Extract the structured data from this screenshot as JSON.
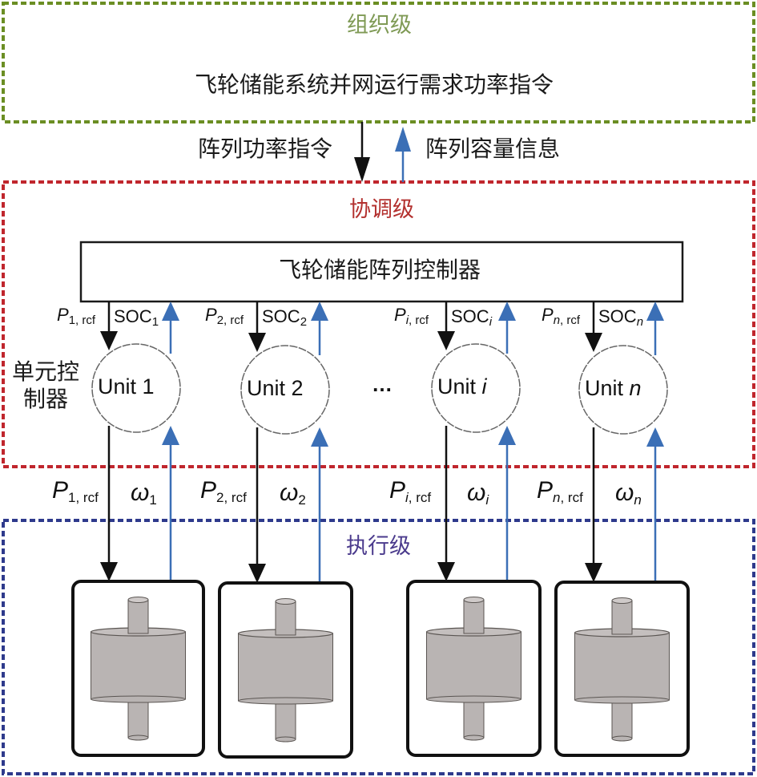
{
  "figure": {
    "tiers": {
      "organization": {
        "title": "组织级",
        "command": "飞轮储能系统并网运行需求功率指令",
        "border_color": "#6b8e23",
        "title_color": "#7f9a55"
      },
      "coordination": {
        "title": "协调级",
        "border_color": "#c0262d",
        "title_color": "#b3302e",
        "controller_label": "飞轮储能阵列控制器",
        "unit_controller_label_line1": "单元控",
        "unit_controller_label_line2": "制器"
      },
      "execution": {
        "title": "执行级",
        "border_color": "#2e3a8c",
        "title_color": "#4a3a8c"
      }
    },
    "inter_tier_links": {
      "down_label": "阵列功率指令",
      "up_label": "阵列容量信息"
    },
    "colors": {
      "down_arrow": "#111111",
      "up_arrow": "#3b6fb6",
      "flywheel_fill": "#b9b4b3",
      "flywheel_edge": "#5a5552"
    },
    "ellipsis": "…",
    "units": [
      {
        "name_prefix": "Unit ",
        "name_index": "1",
        "index_italic": false,
        "upper_power": {
          "P": "P",
          "sub_index": "1",
          "sub_index_italic": false,
          "sub_suffix": ", rcf"
        },
        "upper_soc": {
          "base": "SOC",
          "sub": "1",
          "sub_italic": false
        },
        "lower_power": {
          "P": "P",
          "sub_index": "1",
          "sub_index_italic": false,
          "sub_suffix": ", rcf"
        },
        "lower_speed": {
          "base": "ω",
          "sub": "1",
          "sub_italic": false
        }
      },
      {
        "name_prefix": "Unit ",
        "name_index": "2",
        "index_italic": false,
        "upper_power": {
          "P": "P",
          "sub_index": "2",
          "sub_index_italic": false,
          "sub_suffix": ", rcf"
        },
        "upper_soc": {
          "base": "SOC",
          "sub": "2",
          "sub_italic": false
        },
        "lower_power": {
          "P": "P",
          "sub_index": "2",
          "sub_index_italic": false,
          "sub_suffix": ", rcf"
        },
        "lower_speed": {
          "base": "ω",
          "sub": "2",
          "sub_italic": false
        }
      },
      {
        "name_prefix": "Unit ",
        "name_index": "i",
        "index_italic": true,
        "upper_power": {
          "P": "P",
          "sub_index": "i",
          "sub_index_italic": true,
          "sub_suffix": ", rcf"
        },
        "upper_soc": {
          "base": "SOC",
          "sub": "i",
          "sub_italic": true
        },
        "lower_power": {
          "P": "P",
          "sub_index": "i",
          "sub_index_italic": true,
          "sub_suffix": ", rcf"
        },
        "lower_speed": {
          "base": "ω",
          "sub": "i",
          "sub_italic": true
        }
      },
      {
        "name_prefix": "Unit ",
        "name_index": "n",
        "index_italic": true,
        "upper_power": {
          "P": "P",
          "sub_index": "n",
          "sub_index_italic": true,
          "sub_suffix": ", rcf"
        },
        "upper_soc": {
          "base": "SOC",
          "sub": "n",
          "sub_italic": true
        },
        "lower_power": {
          "P": "P",
          "sub_index": "n",
          "sub_index_italic": true,
          "sub_suffix": ", rcf"
        },
        "lower_speed": {
          "base": "ω",
          "sub": "n",
          "sub_italic": true
        }
      }
    ]
  }
}
